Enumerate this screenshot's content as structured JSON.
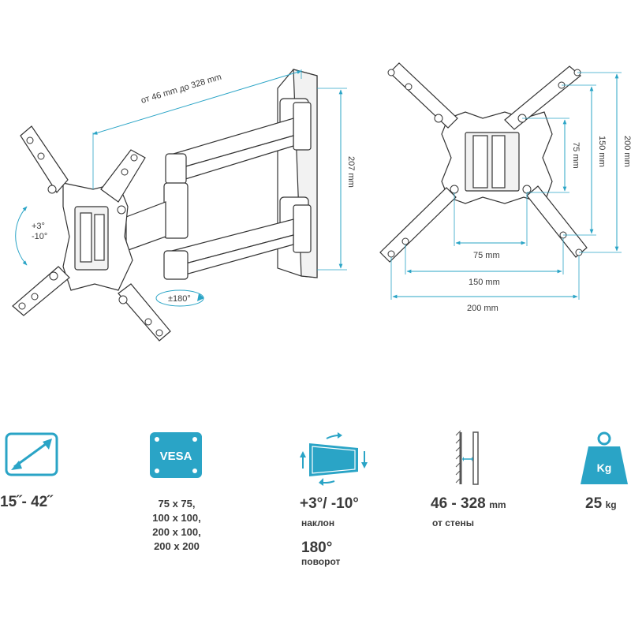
{
  "left_diagram": {
    "arm_extension": "от 46 mm до 328 mm",
    "height": "207 mm",
    "tilt_up": "+3°",
    "tilt_down": "-10°",
    "swivel": "±180°"
  },
  "right_diagram": {
    "width_75": "75 mm",
    "width_150": "150 mm",
    "width_200": "200 mm",
    "height_75": "75 mm",
    "height_150": "150 mm",
    "height_200": "200 mm"
  },
  "specs": {
    "screen_size": {
      "value": "15˝- 42˝"
    },
    "vesa": {
      "badge": "VESA",
      "lines": [
        "75 x 75,",
        "100 x 100,",
        "200 x 100,",
        "200 x 200"
      ]
    },
    "tilt": {
      "value": "+3°/ -10°",
      "caption": "наклон"
    },
    "rotation": {
      "value": "180°",
      "caption": "поворот"
    },
    "distance": {
      "value": "46 - 328",
      "unit": "mm",
      "caption": "от стены"
    },
    "load": {
      "badge": "Kg",
      "value": "25",
      "unit": "kg"
    }
  },
  "colors": {
    "accent": "#2aa4c6",
    "text": "#3a3a3a",
    "line": "#333333"
  }
}
